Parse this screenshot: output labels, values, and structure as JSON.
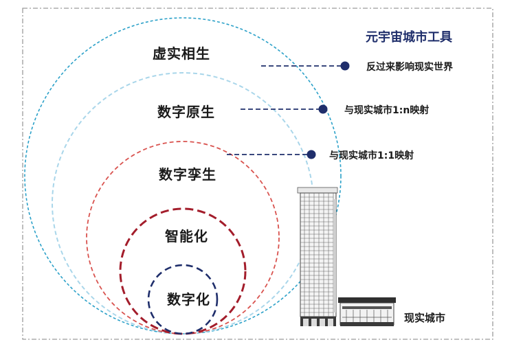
{
  "title": "元宇宙城市工具",
  "levels": [
    {
      "label": "虚实相生",
      "color": "#2aa0c8"
    },
    {
      "label": "数字原生",
      "color": "#a9d6ea"
    },
    {
      "label": "数字孪生",
      "color": "#d9534f"
    },
    {
      "label": "智能化",
      "color": "#a31d2b"
    },
    {
      "label": "数字化",
      "color": "#1f2e6b"
    }
  ],
  "annotations": [
    {
      "label": "反过来影响现实世界"
    },
    {
      "label": "与现实城市1:n映射"
    },
    {
      "label": "与现实城市1:1映射"
    }
  ],
  "base_label": "现实城市",
  "colors": {
    "frame": "#9a9a9a",
    "annotation_line": "#1f2e6b",
    "annotation_dot": "#1f2e6b"
  }
}
